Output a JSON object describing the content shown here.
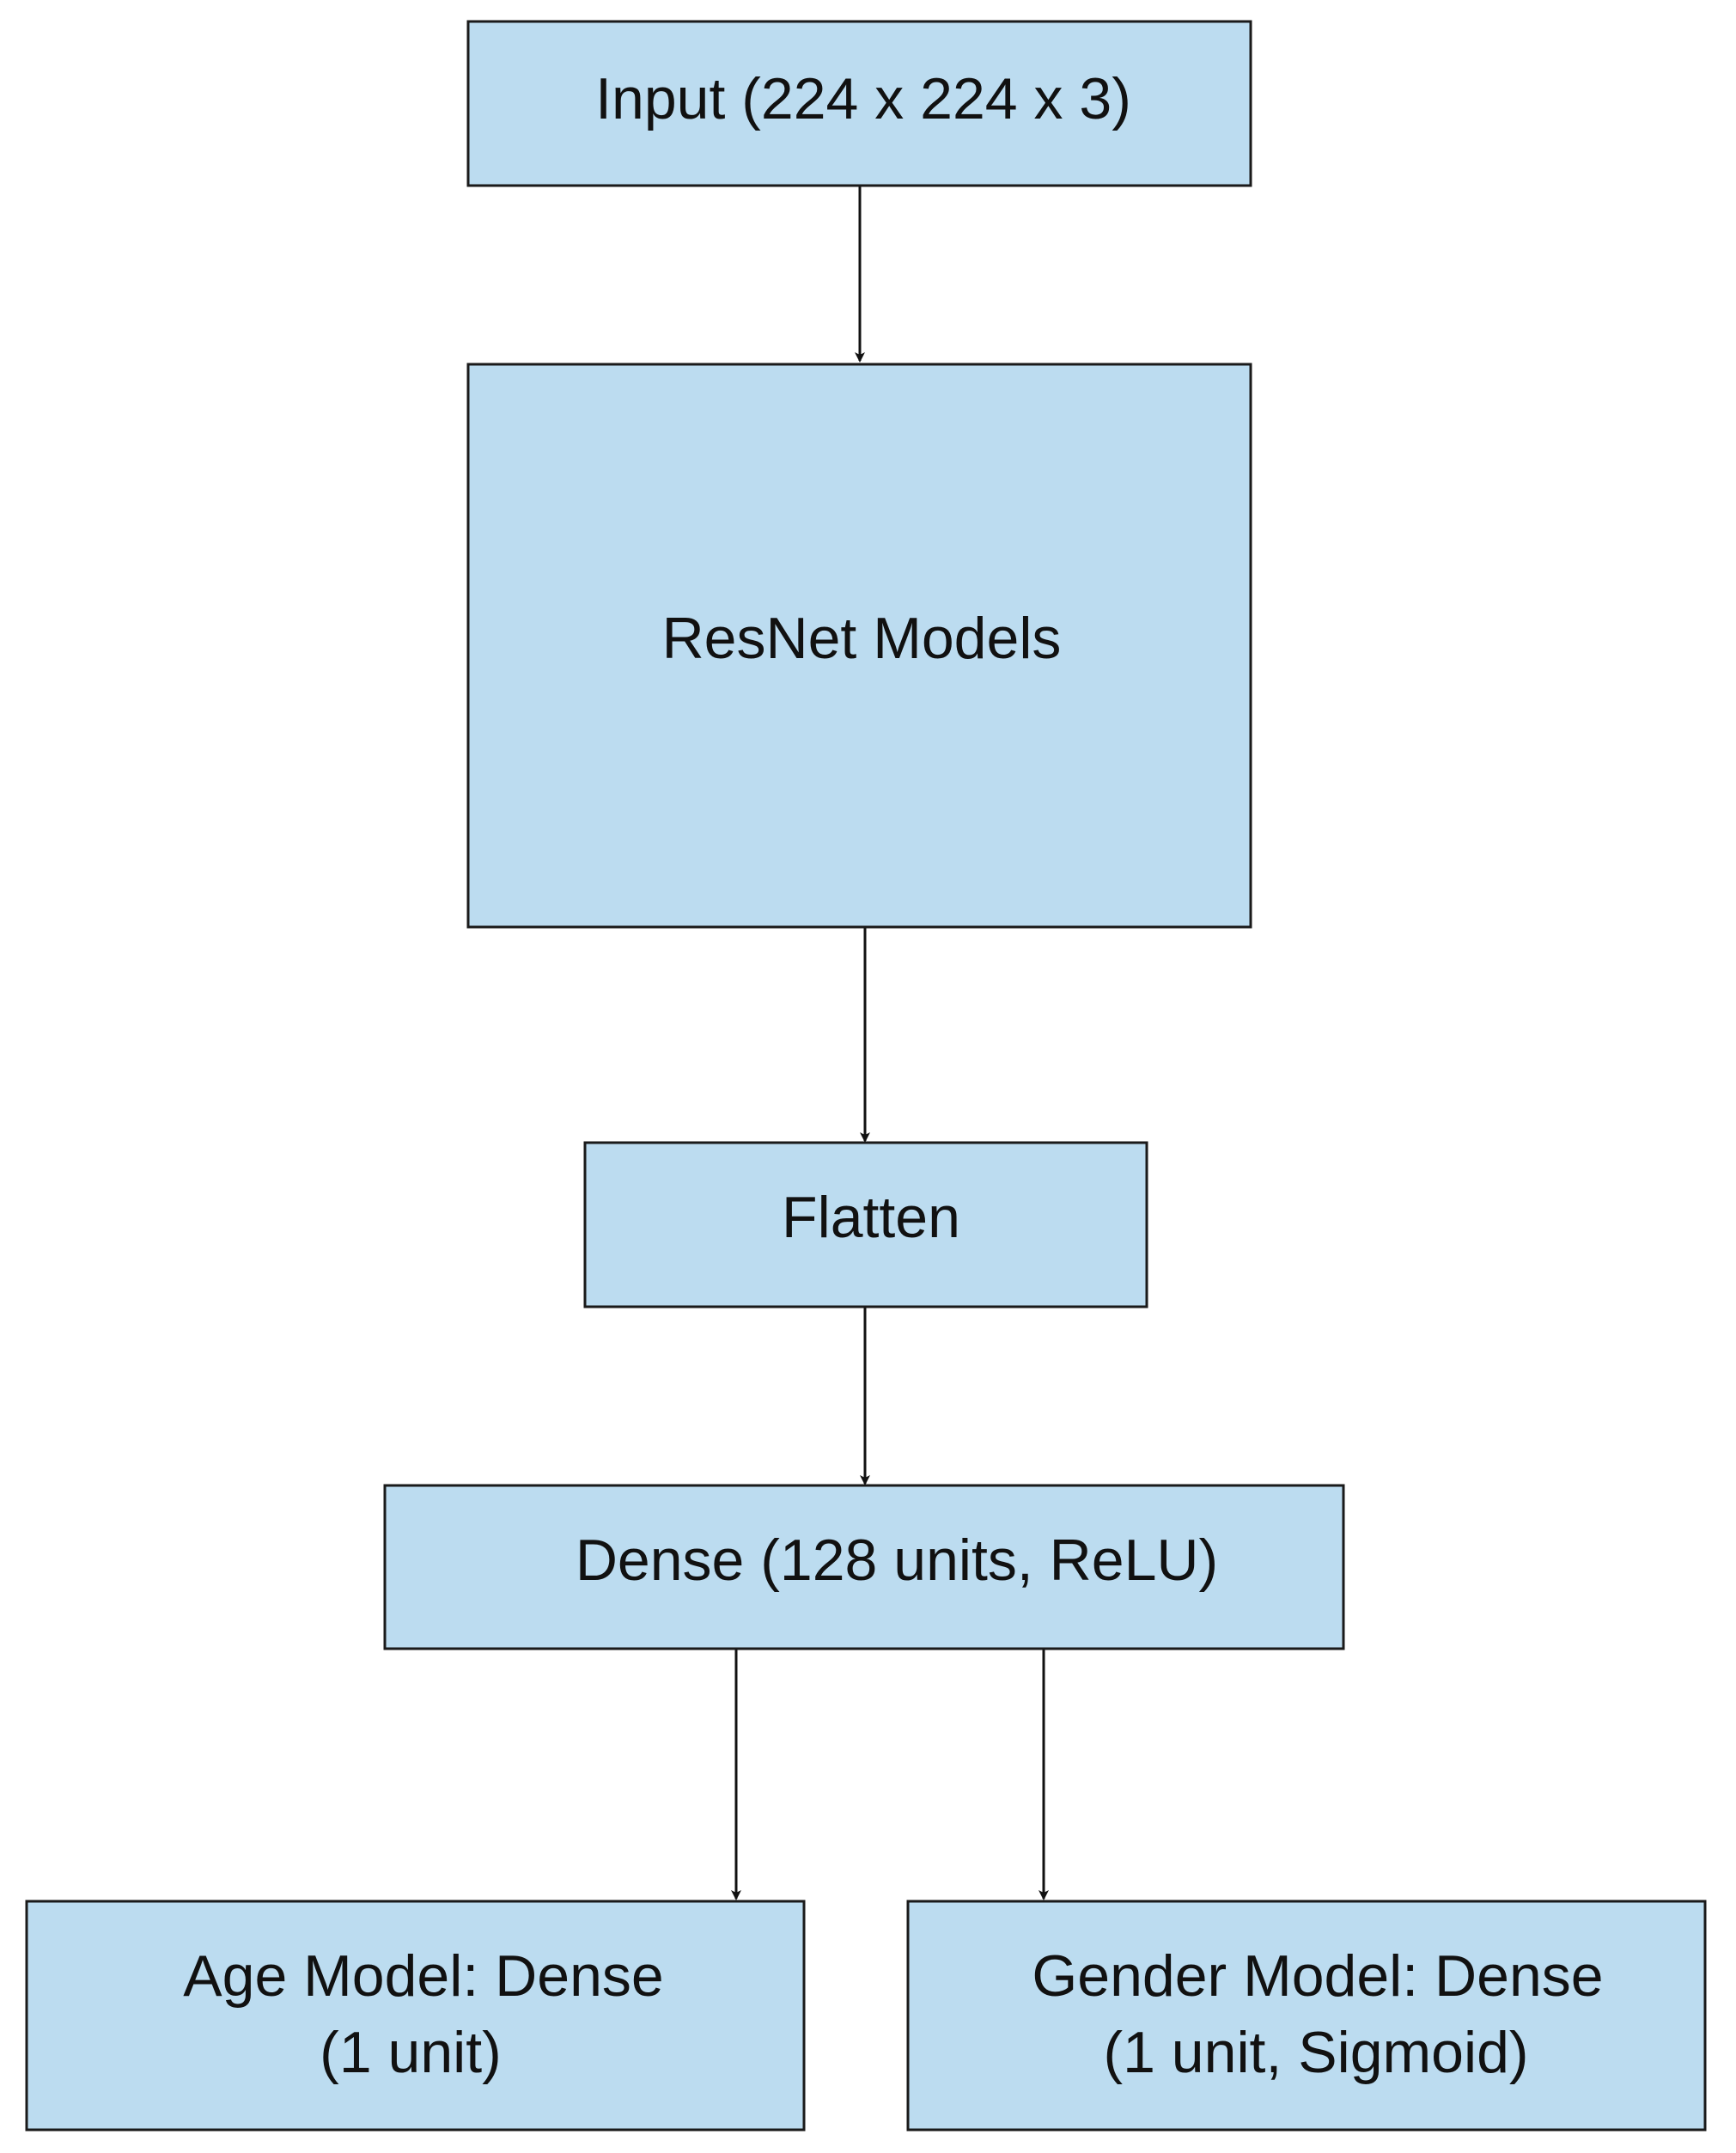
{
  "diagram": {
    "type": "flowchart",
    "direction": "top-to-bottom",
    "colors": {
      "node_fill": "#bcdcf0",
      "node_stroke": "#1a1a1a",
      "edge": "#111111",
      "text": "#111111",
      "background": "#ffffff"
    },
    "nodes": [
      {
        "id": "input",
        "lines": [
          "Input (224 x 224 x 3)"
        ]
      },
      {
        "id": "resnet",
        "lines": [
          "ResNet Models"
        ]
      },
      {
        "id": "flatten",
        "lines": [
          "Flatten"
        ]
      },
      {
        "id": "dense",
        "lines": [
          "Dense (128 units, ReLU)"
        ]
      },
      {
        "id": "age",
        "lines": [
          "Age Model: Dense",
          "(1 unit)"
        ]
      },
      {
        "id": "gender",
        "lines": [
          "Gender Model: Dense",
          "(1 unit, Sigmoid)"
        ]
      }
    ],
    "edges": [
      {
        "from": "input",
        "to": "resnet"
      },
      {
        "from": "resnet",
        "to": "flatten"
      },
      {
        "from": "flatten",
        "to": "dense"
      },
      {
        "from": "dense",
        "to": "age"
      },
      {
        "from": "dense",
        "to": "gender"
      }
    ]
  }
}
